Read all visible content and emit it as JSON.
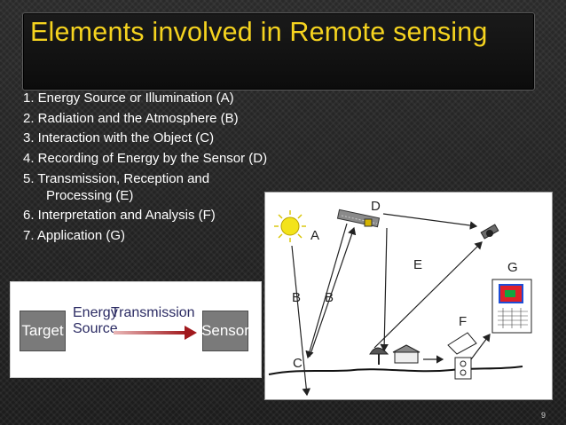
{
  "title": "Elements involved in Remote sensing",
  "items": [
    {
      "line1": "1. Energy Source or Illumination (A)"
    },
    {
      "line1": "2. Radiation and the Atmosphere (B)"
    },
    {
      "line1": "3. Interaction with the Object (C)"
    },
    {
      "line1": "4. Recording of Energy by the Sensor (D)"
    },
    {
      "line1": "5. Transmission, Reception and",
      "line2": "Processing (E)"
    },
    {
      "line1": "6. Interpretation and Analysis (F)"
    },
    {
      "line1": "7. Application (G)"
    }
  ],
  "flow": {
    "target": "Target",
    "energy_line1": "Energy",
    "energy_line2": "Source",
    "transmission": "Transmission",
    "sensor": "Sensor"
  },
  "diagram": {
    "labels": {
      "A": "A",
      "B1": "B",
      "B2": "B",
      "C": "C",
      "D": "D",
      "E": "E",
      "F": "F",
      "G": "G"
    }
  },
  "page_number": "9",
  "colors": {
    "title": "#f5d31f",
    "text": "#ffffff",
    "arrow": "#b3262a",
    "flow_text": "#2b2b63"
  }
}
